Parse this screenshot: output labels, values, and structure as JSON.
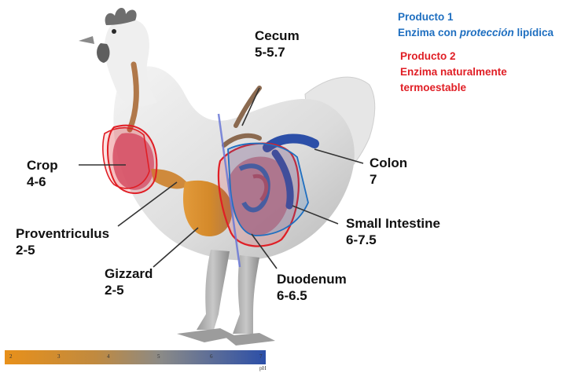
{
  "legend": {
    "producto1_title": "Producto 1",
    "producto1_desc_a": "Enzima con ",
    "producto1_desc_em": "protección",
    "producto1_desc_b": " lipídica",
    "producto2_title": "Producto 2",
    "producto2_desc_line1": "Enzima naturalmente",
    "producto2_desc_line2": "termoestable",
    "producto1_color": "#1f6fc0",
    "producto2_color": "#e01e25"
  },
  "organs": {
    "cecum": {
      "name": "Cecum",
      "ph": "5-5.7"
    },
    "crop": {
      "name": "Crop",
      "ph": "4-6"
    },
    "colon": {
      "name": "Colon",
      "ph": "7"
    },
    "proventriculus": {
      "name": "Proventriculus",
      "ph": "2-5"
    },
    "small_intestine": {
      "name": "Small Intestine",
      "ph": "6-7.5"
    },
    "gizzard": {
      "name": "Gizzard",
      "ph": "2-5"
    },
    "duodenum": {
      "name": "Duodenum",
      "ph": "6-6.5"
    }
  },
  "ph_scale": {
    "ticks": [
      "2",
      "3",
      "4",
      "5",
      "6",
      "7"
    ],
    "unit": "pH",
    "color_low": "#e8901a",
    "color_high": "#2c4fa8"
  }
}
